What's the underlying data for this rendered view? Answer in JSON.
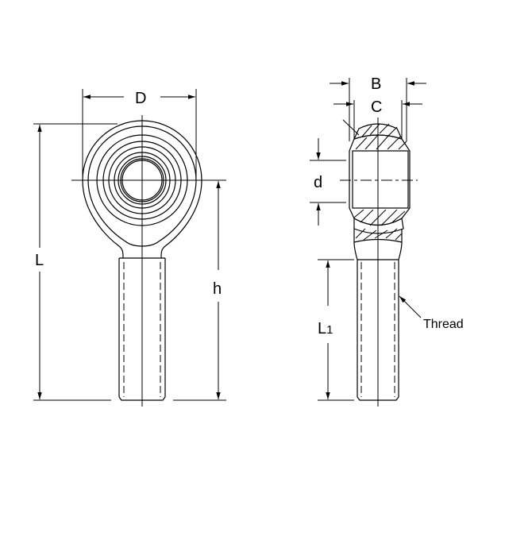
{
  "diagram": {
    "subject": "Rod end bearing (male thread) dimension drawing",
    "views": [
      {
        "name": "front-view",
        "description": "Rod end eye with concentric rings and threaded shank"
      },
      {
        "name": "side-section-view",
        "description": "Cross-section showing ball and race with hatching"
      }
    ]
  },
  "labels": {
    "D": "D",
    "L": "L",
    "h": "h",
    "B": "B",
    "C": "C",
    "d": "d",
    "L1_main": "L",
    "L1_sub": "1",
    "thread": "Thread"
  },
  "colors": {
    "line": "#000000",
    "background": "#ffffff"
  }
}
